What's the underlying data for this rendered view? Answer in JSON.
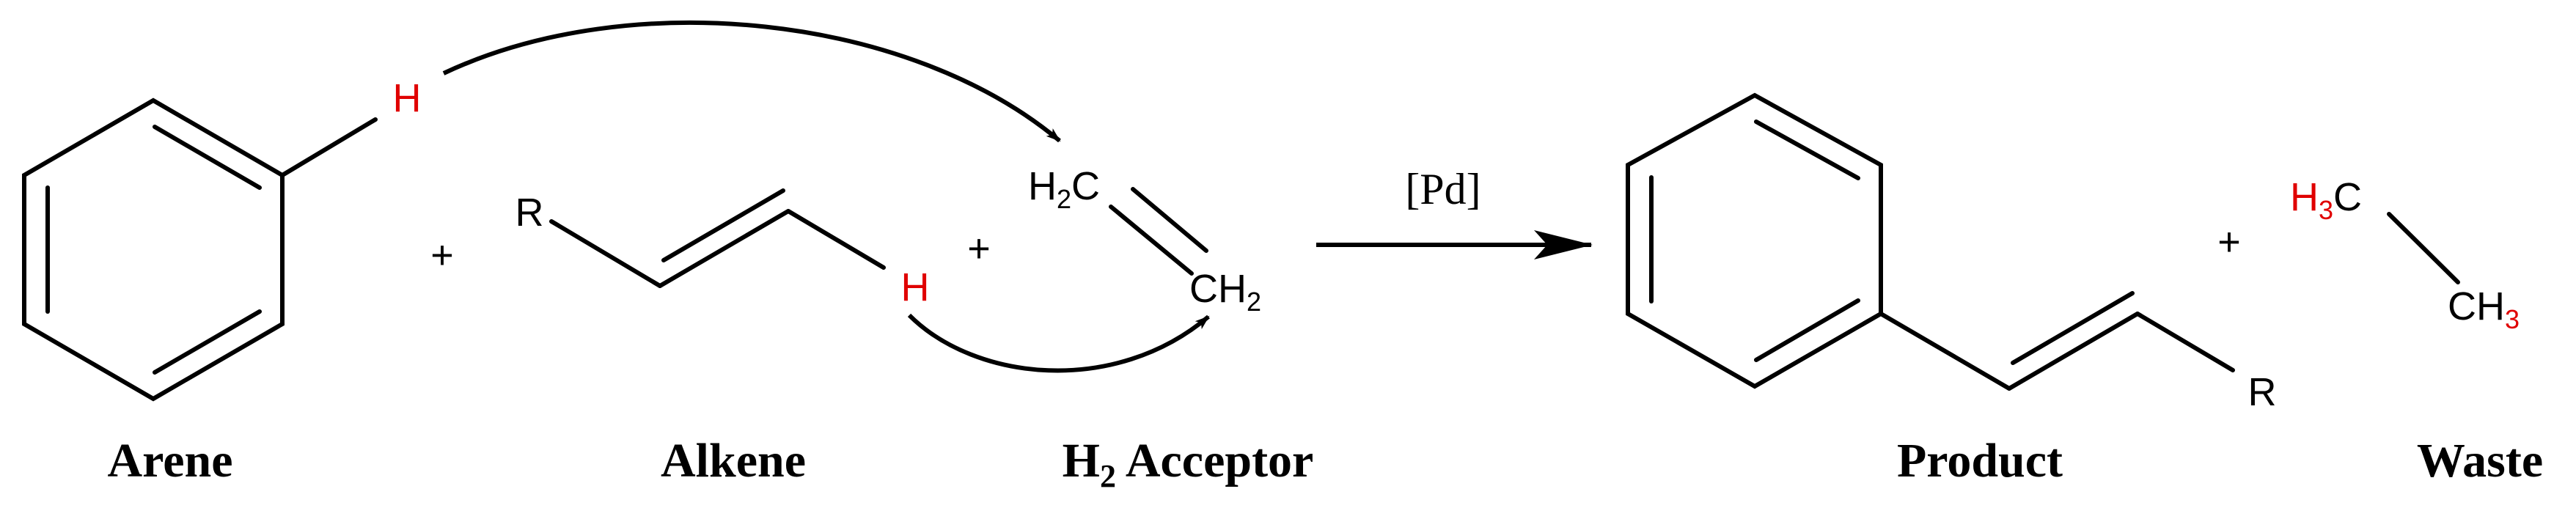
{
  "reagents": {
    "arene": {
      "label": "Arene",
      "h_atom": "H"
    },
    "alkene": {
      "label": "Alkene",
      "r_group": "R",
      "h_atom": "H"
    },
    "acceptor": {
      "label_prefix": "H",
      "label_sub": "2",
      "label_suffix": " Acceptor",
      "atom_top": {
        "main": "H",
        "sub": "2",
        "tail": "C"
      },
      "atom_bottom": {
        "main": "CH",
        "sub": "2"
      }
    }
  },
  "catalyst": "[Pd]",
  "plus_sign": "+",
  "products": {
    "product": {
      "label": "Product",
      "r_group": "R"
    },
    "waste": {
      "label": "Waste",
      "atom_top": {
        "main": "H",
        "sub": "3",
        "tail": "C"
      },
      "atom_bottom": {
        "main": "CH",
        "sub": "3"
      }
    }
  },
  "colors": {
    "highlight": "#e00000",
    "ink": "#000000"
  }
}
